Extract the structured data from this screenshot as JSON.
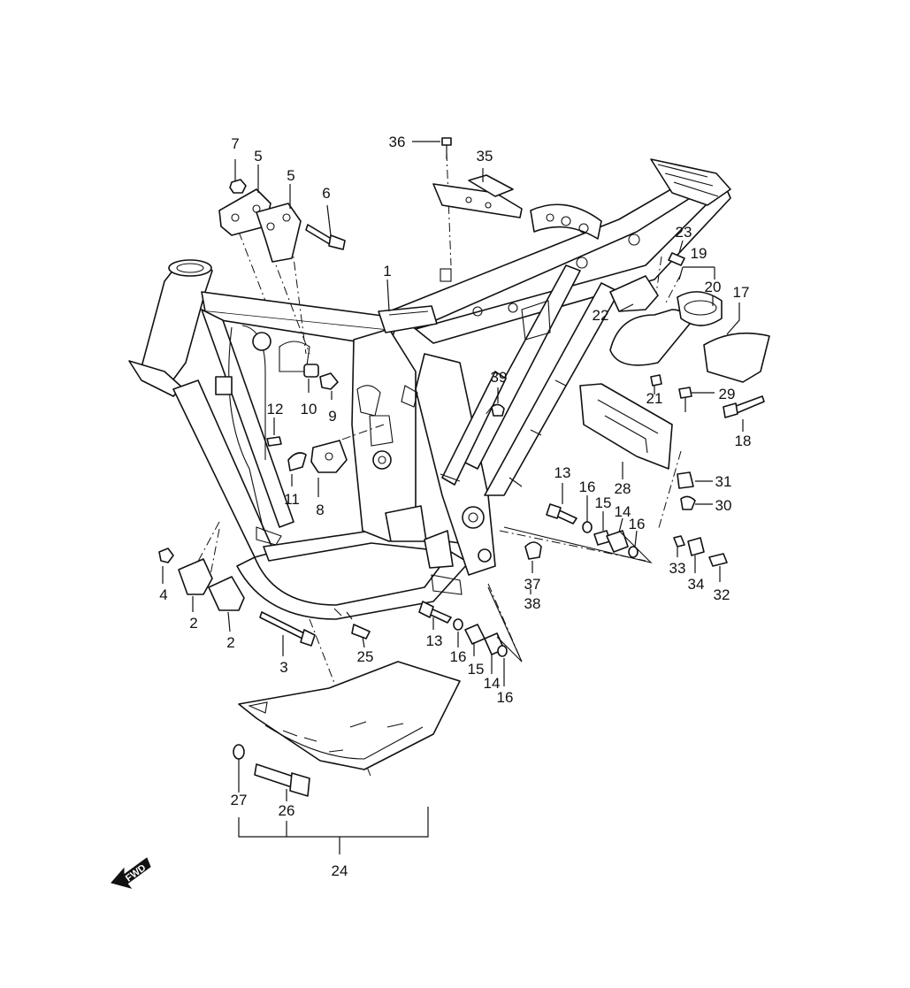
{
  "diagram": {
    "callouts": [
      {
        "id": "c1",
        "text": "1"
      },
      {
        "id": "c2a",
        "text": "2"
      },
      {
        "id": "c2b",
        "text": "2"
      },
      {
        "id": "c3",
        "text": "3"
      },
      {
        "id": "c4",
        "text": "4"
      },
      {
        "id": "c5a",
        "text": "5"
      },
      {
        "id": "c5b",
        "text": "5"
      },
      {
        "id": "c6",
        "text": "6"
      },
      {
        "id": "c7",
        "text": "7"
      },
      {
        "id": "c8",
        "text": "8"
      },
      {
        "id": "c9",
        "text": "9"
      },
      {
        "id": "c10",
        "text": "10"
      },
      {
        "id": "c11",
        "text": "11"
      },
      {
        "id": "c12",
        "text": "12"
      },
      {
        "id": "c13a",
        "text": "13"
      },
      {
        "id": "c13b",
        "text": "13"
      },
      {
        "id": "c14a",
        "text": "14"
      },
      {
        "id": "c14b",
        "text": "14"
      },
      {
        "id": "c15a",
        "text": "15"
      },
      {
        "id": "c15b",
        "text": "15"
      },
      {
        "id": "c16a",
        "text": "16"
      },
      {
        "id": "c16b",
        "text": "16"
      },
      {
        "id": "c16c",
        "text": "16"
      },
      {
        "id": "c16d",
        "text": "16"
      },
      {
        "id": "c17",
        "text": "17"
      },
      {
        "id": "c18",
        "text": "18"
      },
      {
        "id": "c19",
        "text": "19"
      },
      {
        "id": "c20",
        "text": "20"
      },
      {
        "id": "c21",
        "text": "21"
      },
      {
        "id": "c22",
        "text": "22"
      },
      {
        "id": "c23",
        "text": "23"
      },
      {
        "id": "c24",
        "text": "24"
      },
      {
        "id": "c25",
        "text": "25"
      },
      {
        "id": "c26",
        "text": "26"
      },
      {
        "id": "c27",
        "text": "27"
      },
      {
        "id": "c28",
        "text": "28"
      },
      {
        "id": "c29",
        "text": "29"
      },
      {
        "id": "c30",
        "text": "30"
      },
      {
        "id": "c31",
        "text": "31"
      },
      {
        "id": "c32",
        "text": "32"
      },
      {
        "id": "c33",
        "text": "33"
      },
      {
        "id": "c34",
        "text": "34"
      },
      {
        "id": "c35",
        "text": "35"
      },
      {
        "id": "c36",
        "text": "36"
      },
      {
        "id": "c37",
        "text": "37"
      },
      {
        "id": "c38",
        "text": "38"
      },
      {
        "id": "c39",
        "text": "39"
      }
    ],
    "fwd_label": "FWD"
  }
}
